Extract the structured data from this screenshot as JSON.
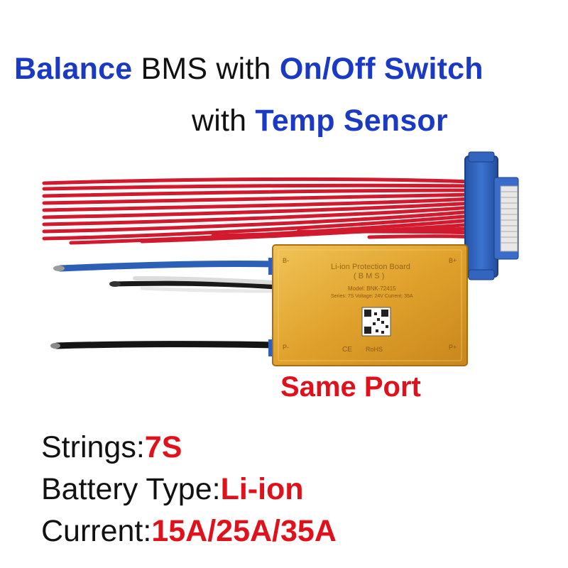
{
  "header": {
    "line1": {
      "word1": "Balance",
      "word2": " BMS with ",
      "word3": "On/Off Switch"
    },
    "line2": {
      "word1": "with ",
      "word2": "Temp Sensor"
    }
  },
  "board": {
    "title": "Li-ion Protection Board",
    "subtitle": "( B M S )",
    "model": "Model: BNK-72415",
    "spec_line": "Series: 7S   Voltage: 24V   Current: 35A",
    "label_b_minus": "B-",
    "label_b_plus": "B+",
    "label_p_minus": "P-",
    "label_p_plus": "P+",
    "cert_ce": "CE",
    "cert_rohs": "RoHS"
  },
  "port_caption": "Same Port",
  "specs": [
    {
      "label": "Strings:",
      "value": "7S"
    },
    {
      "label": "Battery Type:",
      "value": "Li-ion"
    },
    {
      "label": "Current:",
      "value": "15A/25A/35A"
    }
  ],
  "colors": {
    "headline_blue": "#1a39c4",
    "value_red": "#e0111b",
    "board_gold": "#e3a72f",
    "connector_blue": "#2f5fb8",
    "wire_red": "#d11a2e"
  }
}
